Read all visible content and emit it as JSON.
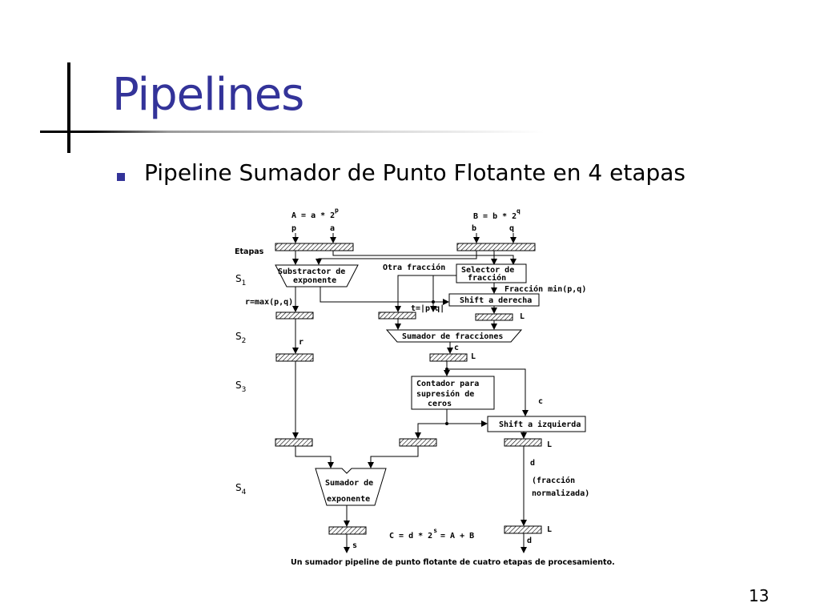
{
  "slide": {
    "title": "Pipelines",
    "bullet": "Pipeline Sumador de Punto Flotante en 4 etapas",
    "page_number": "13",
    "accent_color": "#333399"
  },
  "diagram": {
    "input_a": "A = a * 2",
    "input_a_exp": "p",
    "input_b": "B = b * 2",
    "input_b_exp": "q",
    "lbl_p": "p",
    "lbl_a": "a",
    "lbl_b": "b",
    "lbl_q": "q",
    "etapas": "Etapas",
    "stages": [
      {
        "s": "S",
        "n": "1"
      },
      {
        "s": "S",
        "n": "2"
      },
      {
        "s": "S",
        "n": "3"
      },
      {
        "s": "S",
        "n": "4"
      }
    ],
    "substractor_l1": "Substractor de",
    "substractor_l2": "exponente",
    "otra_fraccion": "Otra fracción",
    "selector_l1": "Selector de",
    "selector_l2": "fracción",
    "fraccion_min": "Fracción min(p,q)",
    "r_max": "r=max(p,q)",
    "shift_derecha": "Shift a derecha",
    "t_eq": "t=|p-q|",
    "L1": "L",
    "sumador_fracciones": "Sumador de fracciones",
    "r_lbl": "r",
    "c_lbl": "c",
    "L2": "L",
    "contador_l1": "Contador para",
    "contador_l2": "supresión de",
    "contador_l3": "ceros",
    "c_lbl2": "c",
    "shift_izquierda": "Shift a izquierda",
    "L3": "L",
    "d_lbl": "d",
    "fraccion_norm_l1": "(fracción",
    "fraccion_norm_l2": "normalizada)",
    "sumador_exp_l1": "Sumador de",
    "sumador_exp_l2": "exponente",
    "L4": "L",
    "s_lbl": "s",
    "d_lbl2": "d",
    "result_eq": "C = d * 2",
    "result_exp": "s",
    "result_eq2": "= A + B",
    "caption": "Un sumador pipeline de punto flotante de cuatro etapas de procesamiento."
  }
}
